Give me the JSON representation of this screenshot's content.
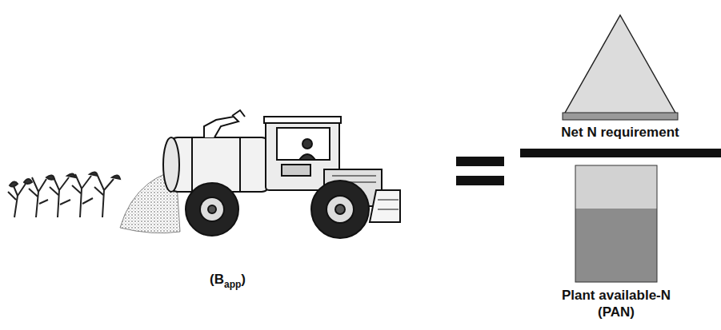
{
  "diagram": {
    "nodes": [
      {
        "text": [
          "Net N requirement"
        ]
      },
      {
        "text": [
          "Plant available-N (PAN)"
        ]
      }
    ],
    "labels": [
      "(B",
      "app",
      ")"
    ]
  }
}
